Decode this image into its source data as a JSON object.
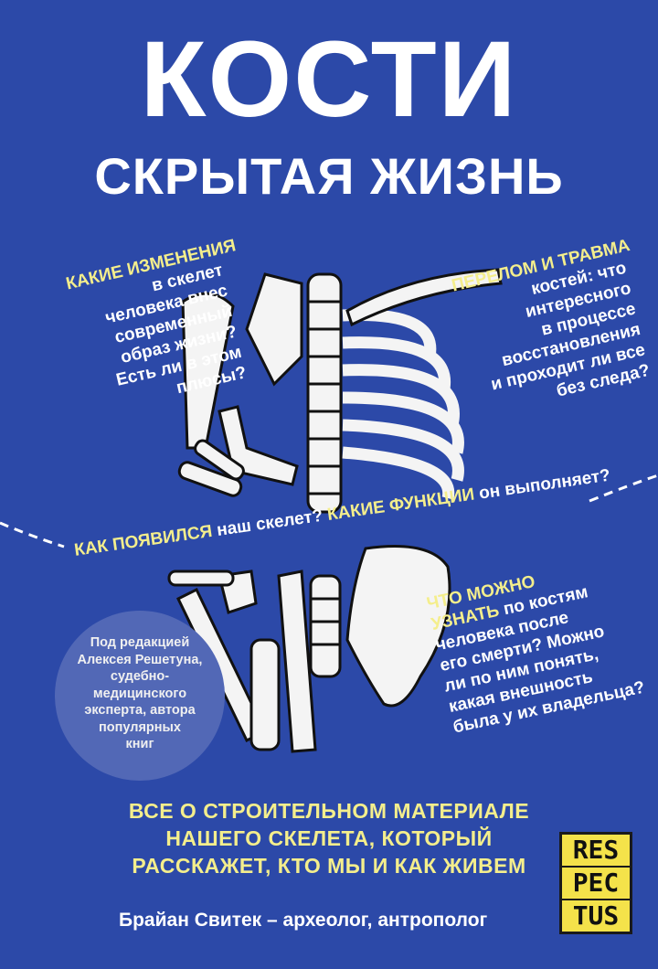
{
  "cover": {
    "title": "КОСТИ",
    "subtitle": "СКРЫТАЯ ЖИЗНЬ",
    "background_color": "#2c49a8",
    "accent_color": "#f4ee8c"
  },
  "questions": {
    "top_left": {
      "highlight": "КАКИЕ ИЗМЕНЕНИЯ",
      "lines": [
        "в скелет",
        "человека внес",
        "современный",
        "образ жизни?",
        "Есть ли в этом",
        "плюсы?"
      ]
    },
    "top_right": {
      "highlight": "ПЕРЕЛОМ И ТРАВМА",
      "lines": [
        "костей: что",
        "интересного",
        "в процессе",
        "восстановления",
        "и проходит ли все",
        "без следа?"
      ]
    },
    "middle": {
      "h1": "КАК ПОЯВИЛСЯ",
      "t1": " наш скелет? ",
      "h2": "КАКИЕ ФУНКЦИИ",
      "t2": " он выполняет?"
    },
    "bottom_right": {
      "highlight1": "ЧТО МОЖНО",
      "highlight2": "УЗНАТЬ",
      "after2": " по костям",
      "lines": [
        "человека после",
        "его смерти? Можно",
        "ли по ним понять,",
        "какая внешность",
        "была у их владельца?"
      ]
    }
  },
  "editor_note": [
    "Под редакцией",
    "Алексея Решетуна,",
    "судебно-",
    "медицинского",
    "эксперта, автора",
    "популярных",
    "книг"
  ],
  "tagline": [
    "ВСЕ О СТРОИТЕЛЬНОМ МАТЕРИАЛЕ",
    "НАШЕГО СКЕЛЕТА, КОТОРЫЙ",
    "РАССКАЖЕТ, КТО МЫ И КАК ЖИВЕМ"
  ],
  "author": "Брайан Свитек – археолог, антрополог",
  "publisher_logo": [
    "RES",
    "PEC",
    "TUS"
  ]
}
